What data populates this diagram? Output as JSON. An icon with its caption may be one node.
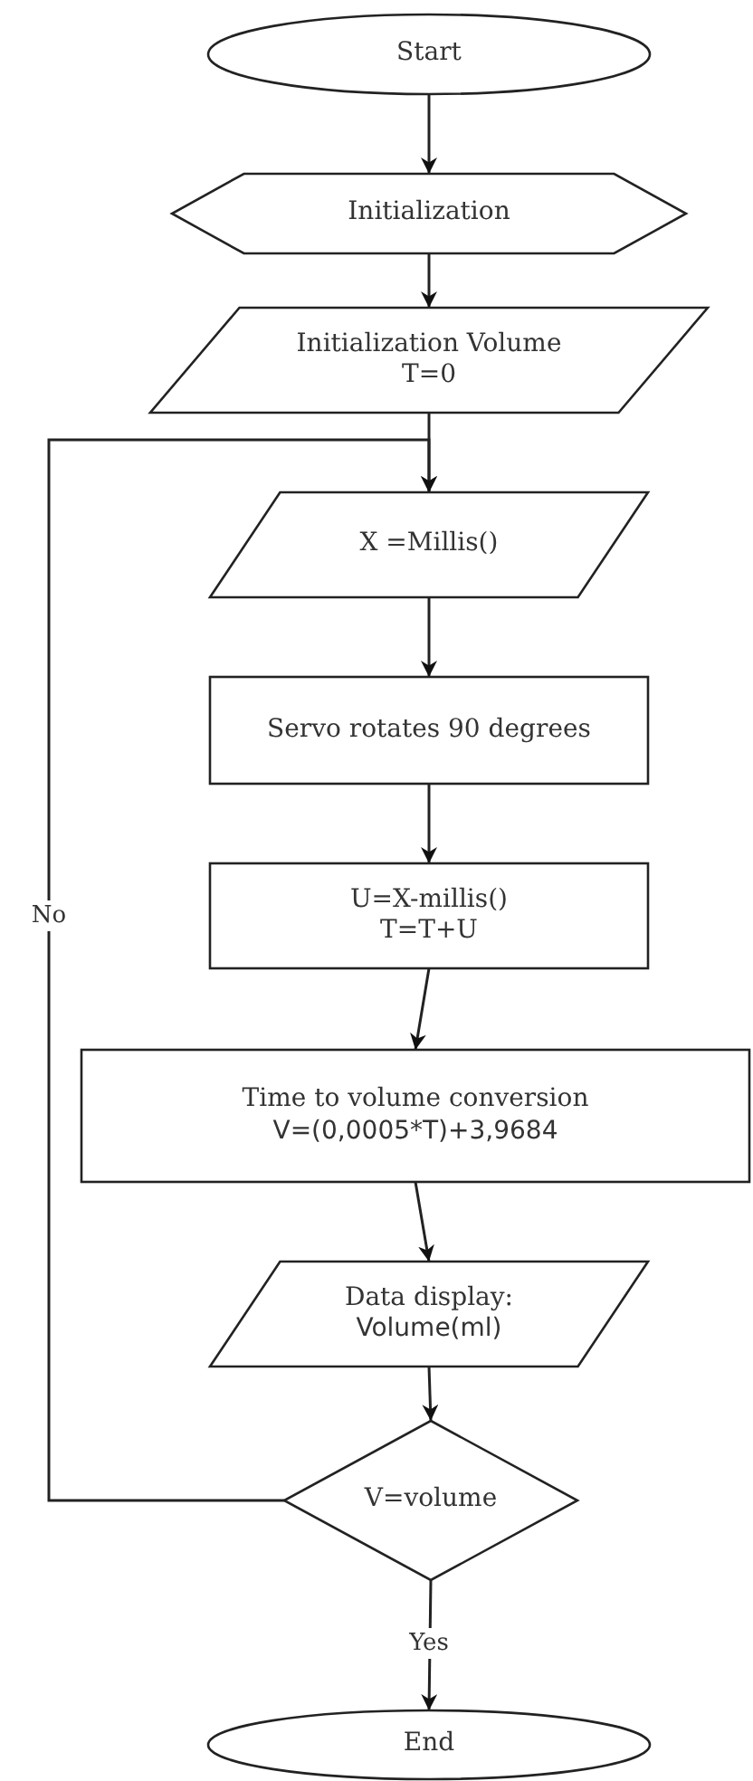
{
  "diagram": {
    "nodes": [
      {
        "text": [
          "Start"
        ]
      },
      {
        "text": [
          "Initialization"
        ]
      },
      {
        "text": [
          "Initialization Volume",
          "T=0"
        ]
      },
      {
        "text": [
          "X =Millis()"
        ]
      },
      {
        "text": [
          "Servo rotates 90 degrees"
        ]
      },
      {
        "text": [
          "U=X-millis()",
          "T=T+U"
        ]
      },
      {
        "text": [
          "Time to volume conversion",
          "V=(0,0005*T)+3,9684"
        ]
      },
      {
        "text": [
          "Data display:",
          "Volume(ml)"
        ]
      },
      {
        "text": [
          "V=volume"
        ]
      },
      {
        "text": [
          "End"
        ]
      }
    ],
    "edges": [
      {
        "from": 0,
        "to": 1,
        "arrow": "to"
      },
      {
        "from": 1,
        "to": 2,
        "arrow": "to"
      },
      {
        "from": 2,
        "to": 3,
        "arrow": "to"
      },
      {
        "from": 3,
        "to": 4,
        "arrow": "to"
      },
      {
        "from": 4,
        "to": 5,
        "arrow": "to"
      },
      {
        "from": 5,
        "to": 6,
        "arrow": "to"
      },
      {
        "from": 6,
        "to": 7,
        "arrow": "to"
      },
      {
        "from": 7,
        "to": 8,
        "arrow": "to"
      },
      {
        "from": 8,
        "to": 3,
        "arrow": "to",
        "label": "No"
      },
      {
        "from": 8,
        "to": 9,
        "arrow": "to",
        "label": "Yes"
      }
    ]
  }
}
